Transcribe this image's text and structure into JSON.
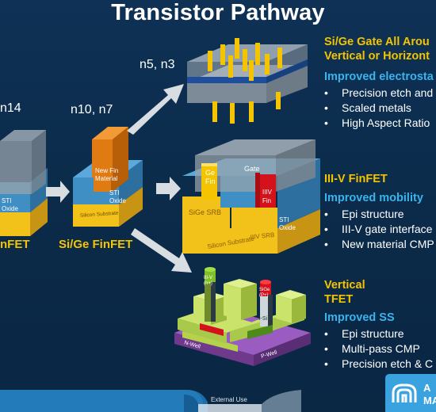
{
  "title": "Transistor Pathway",
  "nodes": {
    "left": "n14",
    "middle": "n10, n7",
    "top": "n5, n3"
  },
  "captions": {
    "left": "nFET",
    "middle": "Si/Ge FinFET"
  },
  "labels": {
    "new_fin_material": [
      "New Fin",
      "Material"
    ],
    "sti_oxide": [
      "STI",
      "Oxide"
    ],
    "silicon_substrate": "Silicon Substrate",
    "gate": "Gate",
    "ge_fin": [
      "Ge",
      "Fin"
    ],
    "iiiv_fin": [
      "IIIV",
      "Fin"
    ],
    "sige_srb": "SiGe SRB",
    "iiiv_srb": "IIIV SRB",
    "iii_v_n": [
      "III-V",
      "(n+)"
    ],
    "sige_p": [
      "SiGe",
      "(P+)"
    ],
    "i_si": "i-Si",
    "n_well": "N-Well",
    "p_well": "P-Well"
  },
  "gaa": {
    "title_lines": [
      "Si/Ge Gate All Arou",
      "Vertical or Horizont"
    ],
    "subtitle": "Improved electrosta",
    "bullets": [
      "Precision etch and",
      "Scaled metals",
      "High Aspect Ratio"
    ]
  },
  "iiiv": {
    "title": "III-V FinFET",
    "subtitle": "Improved mobility",
    "bullets": [
      "Epi structure",
      "III-V gate interface",
      "New material CMP"
    ]
  },
  "tfet": {
    "title_lines": [
      "Vertical",
      "TFET"
    ],
    "subtitle": "Improved SS",
    "bullets": [
      "Epi structure",
      "Multi-pass CMP",
      "Precision etch & C"
    ]
  },
  "footer": {
    "external_use": "External Use",
    "logo_text": [
      "A",
      "MA"
    ]
  },
  "colors": {
    "background": "#0b2a48",
    "heading_yellow": "#f5c400",
    "subheading_blue": "#39b4ee",
    "substrate_yellow": "#f2c21a",
    "oxide_blue": "#3f8fc4",
    "fin_orange": "#e07a12",
    "fin_red": "#d4121c",
    "gate_gray": "#9aa3ab",
    "lime": "#c9e36b",
    "n_well_purple": "#7b3f9c",
    "p_well_purple": "#8a4cab"
  }
}
